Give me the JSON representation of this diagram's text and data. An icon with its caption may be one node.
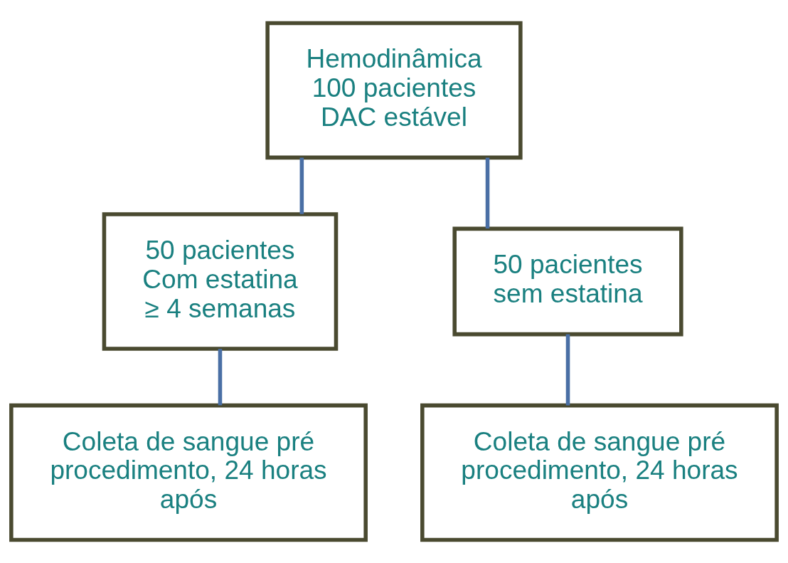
{
  "diagram": {
    "nodes": [
      {
        "text": [
          "Hemodinâmica",
          "100 pacientes",
          "DAC estável"
        ]
      },
      {
        "text": [
          "50 pacientes",
          "Com estatina",
          "≥ 4 semanas"
        ]
      },
      {
        "text": [
          "50 pacientes",
          "sem estatina"
        ]
      },
      {
        "text": [
          "Coleta de sangue pré procedimento, 24 horas após"
        ]
      },
      {
        "text": [
          "Coleta de sangue pré procedimento, 24 horas após"
        ]
      }
    ],
    "edges": [
      {
        "from": 0,
        "to": 1,
        "arrow": "none"
      },
      {
        "from": 0,
        "to": 2,
        "arrow": "none"
      },
      {
        "from": 1,
        "to": 3,
        "arrow": "none"
      },
      {
        "from": 2,
        "to": 4,
        "arrow": "none"
      }
    ]
  }
}
